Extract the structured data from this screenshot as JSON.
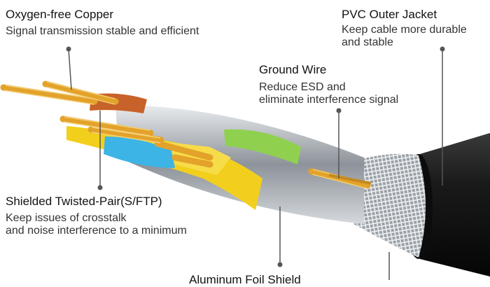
{
  "callouts": {
    "copper": {
      "title": "Oxygen-free Copper",
      "desc": "Signal transmission stable and efficient"
    },
    "pvc": {
      "title": "PVC Outer Jacket",
      "desc": "Keep cable more durable\nand stable"
    },
    "ground": {
      "title": "Ground Wire",
      "desc": "Reduce ESD and\neliminate interference signal"
    },
    "stp": {
      "title": "Shielded Twisted-Pair(S/FTP)",
      "desc": "Keep issues of crosstalk\nand noise interference to a minimum"
    },
    "foil": {
      "title": "Aluminum Foil Shield"
    }
  },
  "colors": {
    "copper": "#e3a22a",
    "jacket": "#111111",
    "foil": "#b9bec4",
    "pair_orange": "#c7622a",
    "pair_blue": "#3cb4e6",
    "pair_green": "#8fd14f",
    "pair_yellow": "#f2cf1d",
    "leader": "#555555"
  }
}
